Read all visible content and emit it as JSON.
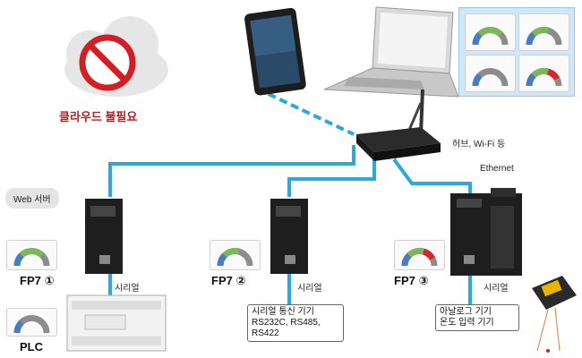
{
  "no_cloud_label": "클라우드 불필요",
  "web_server_bubble": "Web 서버",
  "hub_label": "허브, Wi-Fi 등",
  "ethernet_label": "Ethernet",
  "serial_label": "시리얼",
  "plc_label": "PLC",
  "nodes": [
    {
      "label": "FP7 ①"
    },
    {
      "label": "FP7 ②",
      "device_lines": [
        "시리얼 통신 기기",
        "RS232C, RS485,",
        "RS422"
      ]
    },
    {
      "label": "FP7 ③",
      "device_lines": [
        "아날로그 기기",
        "온도 입력 기기"
      ]
    }
  ],
  "colors": {
    "network_line": "#29a9dd",
    "gauge_gray": "#8c8c8c",
    "gauge_blue": "#4a7cc4",
    "gauge_green": "#7cb85a",
    "gauge_red": "#d8262e",
    "no_sign": "#d21f26"
  },
  "icons": [
    "cloud-icon",
    "no-entry-icon",
    "tablet-icon",
    "laptop-icon",
    "router-icon",
    "plc-module-icon",
    "sensor-icon"
  ]
}
